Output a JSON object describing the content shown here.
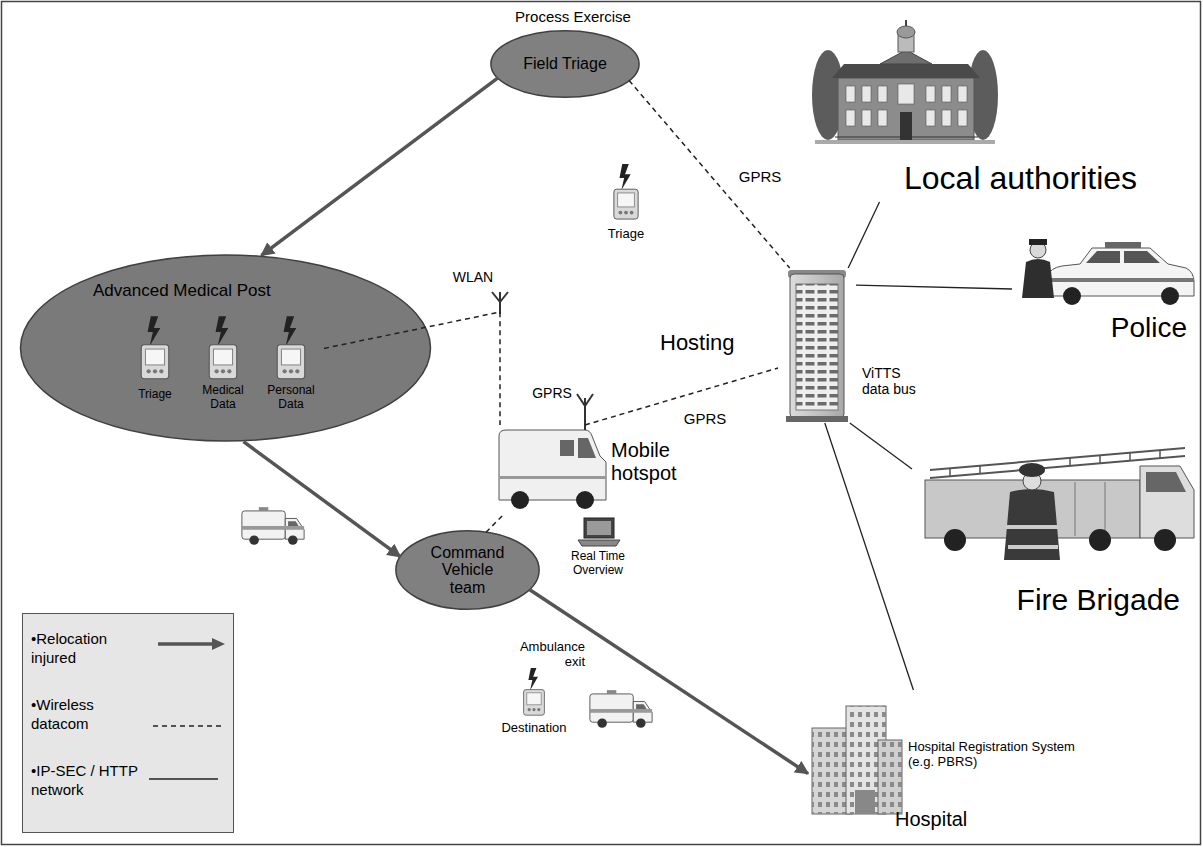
{
  "diagram": {
    "title": "Process Exercise",
    "nodes": [
      {
        "text": [
          "Field Triage"
        ]
      },
      {
        "text": [
          "Advanced Medical Post"
        ]
      },
      {
        "text": [
          "Triage"
        ],
        "in": 1
      },
      {
        "text": [
          "Medical Data"
        ],
        "in": 1
      },
      {
        "text": [
          "Personal Data"
        ],
        "in": 1
      },
      {
        "text": [
          "Local authorities"
        ]
      },
      {
        "text": [
          "Hosting",
          "ViTTS data bus"
        ]
      },
      {
        "text": [
          "Police"
        ]
      },
      {
        "text": [
          "Mobile hotspot"
        ]
      },
      {
        "text": [
          "Command Vehicle team"
        ]
      },
      {
        "text": [
          "Fire Brigade"
        ]
      },
      {
        "text": [
          "Hospital Registration System (e.g. PBRS)",
          "Hospital"
        ]
      }
    ],
    "edges": [
      {
        "from": 0,
        "to": 1,
        "arrow": "to"
      },
      {
        "from": 1,
        "to": 9,
        "arrow": "to"
      },
      {
        "from": 9,
        "to": 11,
        "arrow": "to"
      },
      {
        "from": 0,
        "to": 6,
        "label": "GPRS",
        "arrow": "none"
      },
      {
        "from": 8,
        "to": 6,
        "label": "GPRS",
        "arrow": "none"
      },
      {
        "from": 4,
        "to": 8,
        "arrow": "none"
      },
      {
        "from": 9,
        "to": 8,
        "arrow": "none"
      },
      {
        "from": 6,
        "to": 5,
        "arrow": "none"
      },
      {
        "from": 6,
        "to": 7,
        "arrow": "none"
      },
      {
        "from": 6,
        "to": 10,
        "arrow": "none"
      },
      {
        "from": 6,
        "to": 11,
        "arrow": "none"
      }
    ],
    "labels": [
      "Triage",
      "GPRS",
      "WLAN",
      "Real Time Overview",
      "Ambulance exit",
      "Destination"
    ],
    "legend": [
      {
        "text": "•Relocation injured"
      },
      {
        "text": "•Wireless datacom"
      },
      {
        "text": "•IP-SEC / HTTP network"
      }
    ]
  }
}
